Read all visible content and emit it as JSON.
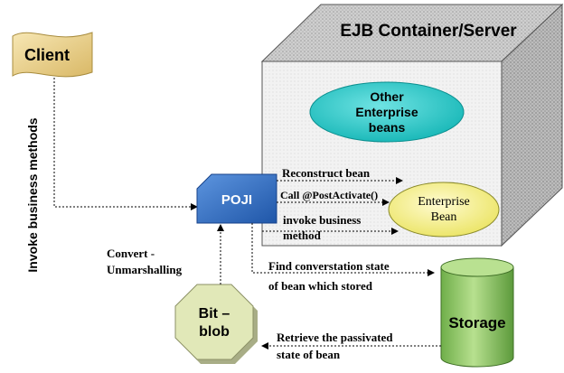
{
  "container": {
    "title": "EJB Container/Server"
  },
  "client": {
    "label": "Client"
  },
  "side_label": "Invoke business methods",
  "other_beans": {
    "line1": "Other",
    "line2": "Enterprise",
    "line3": "beans"
  },
  "poji": {
    "label": "POJI"
  },
  "enterprise_bean": {
    "line1": "Enterprise",
    "line2": "Bean"
  },
  "arrows": {
    "reconstruct": "Reconstruct bean",
    "post_activate": "Call @PostActivate()",
    "invoke_line1": "invoke business",
    "invoke_line2": "method",
    "convert_line1": "Convert -",
    "convert_line2": "Unmarshalling",
    "find_line1": "Find converstation state",
    "find_line2": "of bean which stored",
    "retrieve_line1": "Retrieve the passivated",
    "retrieve_line2": "state of bean"
  },
  "bitblob": {
    "line1": "Bit –",
    "line2": "blob"
  },
  "storage": {
    "label": "Storage"
  },
  "colors": {
    "cube_front": "#f0f0f0",
    "cube_top": "#d2d2d2",
    "cube_side": "#bdbdbd",
    "client_fill": "#f3dc9c",
    "other_beans_fill": "#1ec9c9",
    "poji_fill": "#3a78c9",
    "enterprise_bean_fill": "#f6f39a",
    "storage_fill": "#9fd07a",
    "bitblob_fill": "#dfe6b5"
  }
}
